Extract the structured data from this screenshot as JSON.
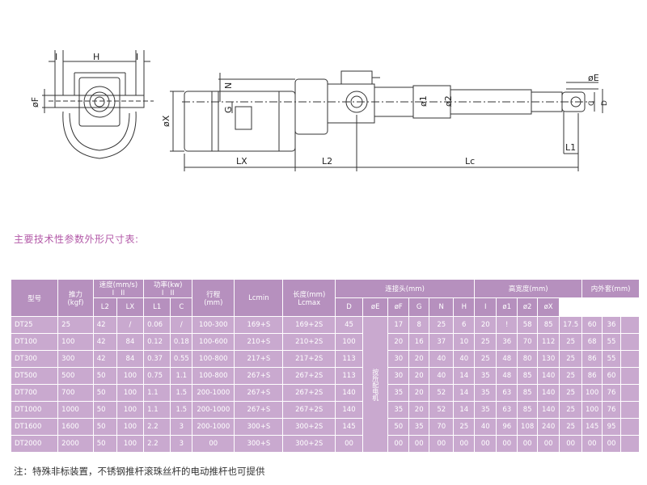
{
  "drawing": {
    "labels": {
      "H": "H",
      "I_left": "I",
      "I_right": "I",
      "phiF": "øF",
      "phiX": "øX",
      "N": "N",
      "G": "G",
      "phi1": "ø1",
      "phi2": "ø2",
      "phiE": "øE",
      "C": "C",
      "D": "D",
      "L1": "L1",
      "LX": "LX",
      "L2": "L2",
      "Lc": "Lc"
    }
  },
  "section_title": "主要技术性参数外形尺寸表:",
  "table": {
    "headers": {
      "model": "型号",
      "thrust": "推力",
      "thrust_unit": "(kgf)",
      "speed": "速度(mm/s)",
      "speed_cols": [
        "I",
        "II"
      ],
      "power": "功率(kw)",
      "power_cols": [
        "I",
        "II"
      ],
      "stroke": "行程",
      "stroke_unit": "(mm)",
      "lcmin": "Lcmin",
      "length": "长度(mm)",
      "lcmax": "Lcmax",
      "connector": "连接头(mm)",
      "height_width": "高宽度(mm)",
      "inner": "内外套(mm)",
      "sub": [
        "L2",
        "LX",
        "L1",
        "C",
        "D",
        "øE",
        "øF",
        "G",
        "N",
        "H",
        "I",
        "ø1",
        "ø2",
        "øX"
      ]
    },
    "lx_note": "按所配电机",
    "rows": [
      {
        "model": "DT25",
        "thrust": "25",
        "s1": "42",
        "s2": "/",
        "p1": "0.06",
        "p2": "/",
        "stroke": "100-300",
        "lcmin": "169+S",
        "lcmax": "169+2S",
        "L2": "45",
        "L1": "17",
        "C": "8",
        "D": "25",
        "E": "6",
        "F": "20",
        "G": "!",
        "N": "58",
        "H": "85",
        "I": "17.5",
        "d1": "60",
        "d2": "36",
        "dX": ""
      },
      {
        "model": "DT100",
        "thrust": "100",
        "s1": "42",
        "s2": "84",
        "p1": "0.12",
        "p2": "0.18",
        "stroke": "100-600",
        "lcmin": "210+S",
        "lcmax": "210+2S",
        "L2": "100",
        "L1": "20",
        "C": "16",
        "D": "37",
        "E": "10",
        "F": "25",
        "G": "36",
        "N": "70",
        "H": "112",
        "I": "25",
        "d1": "68",
        "d2": "55",
        "dX": ""
      },
      {
        "model": "DT300",
        "thrust": "300",
        "s1": "42",
        "s2": "84",
        "p1": "0.37",
        "p2": "0.55",
        "stroke": "100-800",
        "lcmin": "217+S",
        "lcmax": "217+2S",
        "L2": "113",
        "L1": "30",
        "C": "20",
        "D": "40",
        "E": "40",
        "F": "25",
        "G": "48",
        "N": "80",
        "H": "130",
        "I": "25",
        "d1": "86",
        "d2": "55",
        "dX": ""
      },
      {
        "model": "DT500",
        "thrust": "500",
        "s1": "50",
        "s2": "100",
        "p1": "0.75",
        "p2": "1.1",
        "stroke": "100-800",
        "lcmin": "267+S",
        "lcmax": "267+2S",
        "L2": "113",
        "L1": "30",
        "C": "20",
        "D": "40",
        "E": "14",
        "F": "35",
        "G": "48",
        "N": "85",
        "H": "140",
        "I": "25",
        "d1": "86",
        "d2": "60",
        "dX": ""
      },
      {
        "model": "DT700",
        "thrust": "700",
        "s1": "50",
        "s2": "100",
        "p1": "1.1",
        "p2": "1.5",
        "stroke": "200-1000",
        "lcmin": "267+S",
        "lcmax": "267+2S",
        "L2": "140",
        "L1": "35",
        "C": "20",
        "D": "52",
        "E": "14",
        "F": "35",
        "G": "63",
        "N": "85",
        "H": "140",
        "I": "25",
        "d1": "100",
        "d2": "76",
        "dX": ""
      },
      {
        "model": "DT1000",
        "thrust": "1000",
        "s1": "50",
        "s2": "100",
        "p1": "1.1",
        "p2": "1.5",
        "stroke": "200-1000",
        "lcmin": "267+S",
        "lcmax": "267+2S",
        "L2": "140",
        "L1": "35",
        "C": "20",
        "D": "52",
        "E": "14",
        "F": "35",
        "G": "63",
        "N": "85",
        "H": "140",
        "I": "25",
        "d1": "100",
        "d2": "76",
        "dX": ""
      },
      {
        "model": "DT1600",
        "thrust": "1600",
        "s1": "50",
        "s2": "100",
        "p1": "2.2",
        "p2": "3",
        "stroke": "200-1000",
        "lcmin": "300+S",
        "lcmax": "300+2S",
        "L2": "145",
        "L1": "50",
        "C": "35",
        "D": "70",
        "E": "25",
        "F": "40",
        "G": "96",
        "N": "108",
        "H": "240",
        "I": "25",
        "d1": "145",
        "d2": "95",
        "dX": ""
      },
      {
        "model": "DT2000",
        "thrust": "2000",
        "s1": "50",
        "s2": "100",
        "p1": "2.2",
        "p2": "3",
        "stroke": "00",
        "lcmin": "300+S",
        "lcmax": "300+2S",
        "L2": "00",
        "L1": "00",
        "C": "00",
        "D": "00",
        "E": "00",
        "F": "00",
        "G": "00",
        "N": "00",
        "H": "00",
        "I": "00",
        "d1": "00",
        "d2": "00",
        "dX": ""
      }
    ]
  },
  "note": "注：特殊非标装置，不锈钢推杆滚珠丝杆的电动推杆也可提供"
}
